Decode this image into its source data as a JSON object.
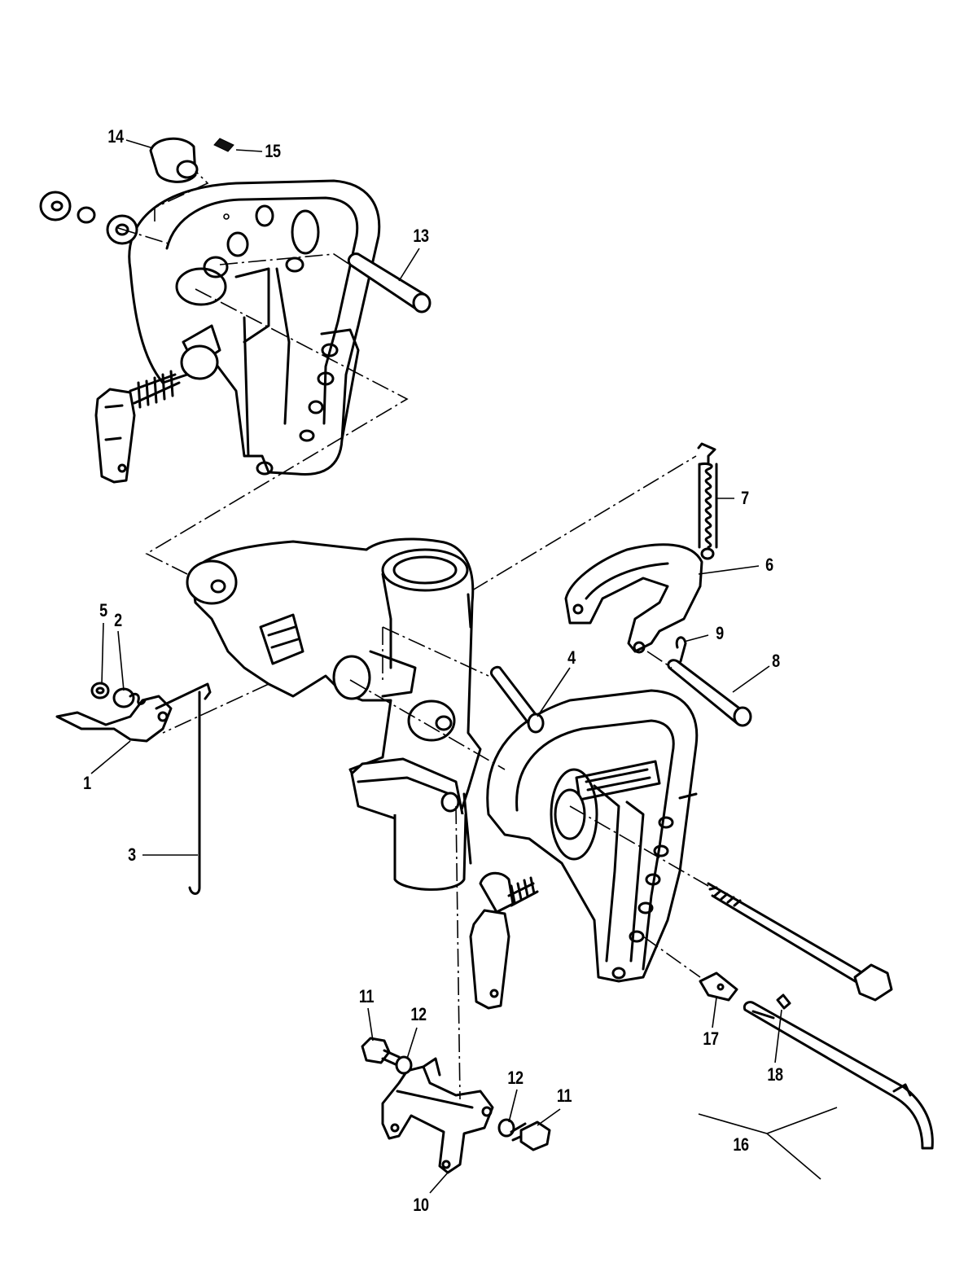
{
  "callouts": [
    {
      "id": "1",
      "text": "1"
    },
    {
      "id": "2",
      "text": "2"
    },
    {
      "id": "3",
      "text": "3"
    },
    {
      "id": "4",
      "text": "4"
    },
    {
      "id": "5",
      "text": "5"
    },
    {
      "id": "6",
      "text": "6"
    },
    {
      "id": "7",
      "text": "7"
    },
    {
      "id": "8",
      "text": "8"
    },
    {
      "id": "9",
      "text": "9"
    },
    {
      "id": "10",
      "text": "10"
    },
    {
      "id": "11a",
      "text": "11"
    },
    {
      "id": "11b",
      "text": "11"
    },
    {
      "id": "12a",
      "text": "12"
    },
    {
      "id": "12b",
      "text": "12"
    },
    {
      "id": "13",
      "text": "13"
    },
    {
      "id": "14",
      "text": "14"
    },
    {
      "id": "15",
      "text": "15"
    },
    {
      "id": "16",
      "text": "16"
    },
    {
      "id": "17",
      "text": "17"
    },
    {
      "id": "18",
      "text": "18"
    }
  ]
}
